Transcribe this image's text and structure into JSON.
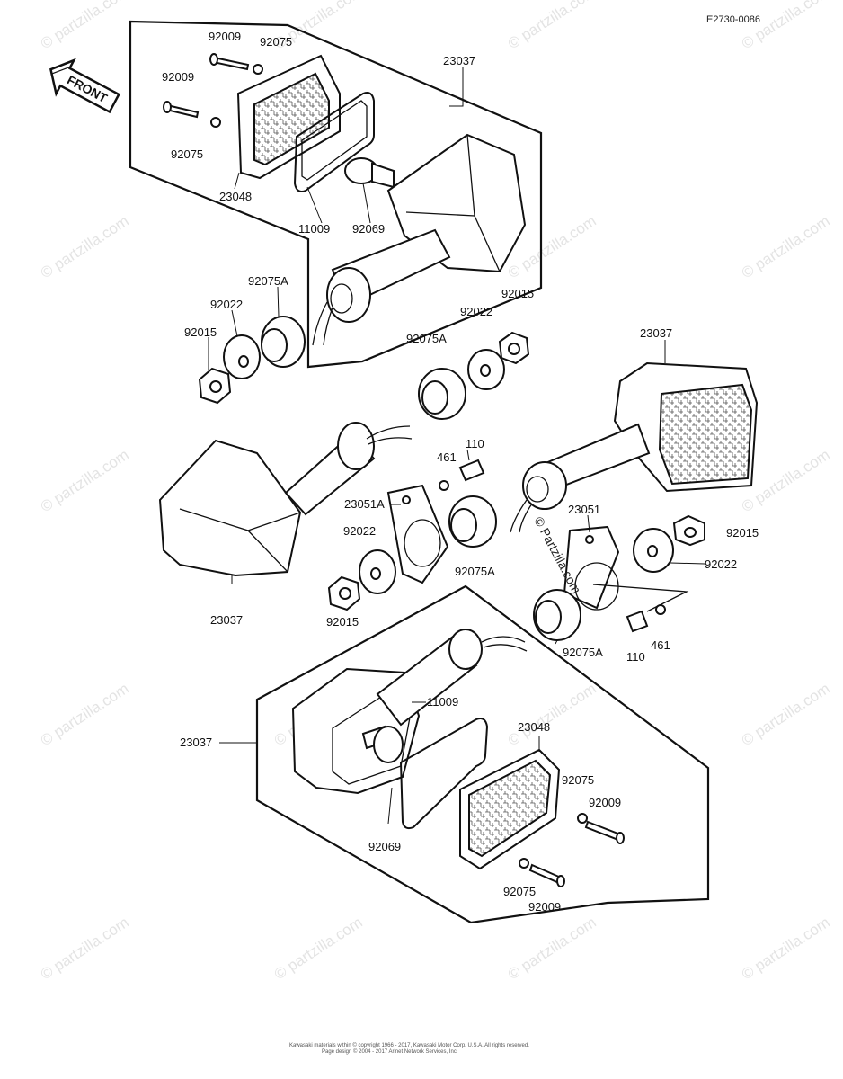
{
  "diagram_code": "E2730-0086",
  "front_badge": "FRONT",
  "watermarks": [
    "© partzilla.com",
    "© partzilla.com",
    "© partzilla.com",
    "© partzilla.com",
    "© partzilla.com",
    "© partzilla.com",
    "© partzilla.com",
    "© partzilla.com",
    "© partzilla.com",
    "© partzilla.com",
    "© partzilla.com",
    "© partzilla.com",
    "© partzilla.com",
    "© partzilla.com",
    "© partzilla.com",
    "© partzilla.com",
    "© partzilla.com",
    "© partzilla.com"
  ],
  "center_watermark": "© Partzilla.com",
  "footer": {
    "line1": "Kawasaki materials within © copyright 1966 - 2017, Kawasaki Motor Corp. U.S.A.  All rights reserved.",
    "line2": "Page design © 2004 - 2017 Arinet Network Services, Inc."
  },
  "labels": {
    "l_92009_a": "92009",
    "l_92075_a": "92075",
    "l_92009_b": "92009",
    "l_92075_b": "92075",
    "l_23048_a": "23048",
    "l_23037_a": "23037",
    "l_11009_a": "11009",
    "l_92069_a": "92069",
    "l_92075A_a": "92075A",
    "l_92022_a": "92022",
    "l_92015_a": "92015",
    "l_92015_b": "92015",
    "l_92022_b": "92022",
    "l_92075A_b": "92075A",
    "l_23037_b": "23037",
    "l_110_a": "110",
    "l_461_a": "461",
    "l_23051A": "23051A",
    "l_23051": "23051",
    "l_92022_c": "92022",
    "l_92075A_c": "92075A",
    "l_92015_c": "92015",
    "l_92022_d": "92022",
    "l_23037_c": "23037",
    "l_92015_d": "92015",
    "l_92075A_d": "92075A",
    "l_110_b": "110",
    "l_461_b": "461",
    "l_11009_b": "11009",
    "l_23037_d": "23037",
    "l_23048_b": "23048",
    "l_92075_c": "92075",
    "l_92009_c": "92009",
    "l_92069_b": "92069",
    "l_92075_d": "92075",
    "l_92009_d": "92009"
  }
}
